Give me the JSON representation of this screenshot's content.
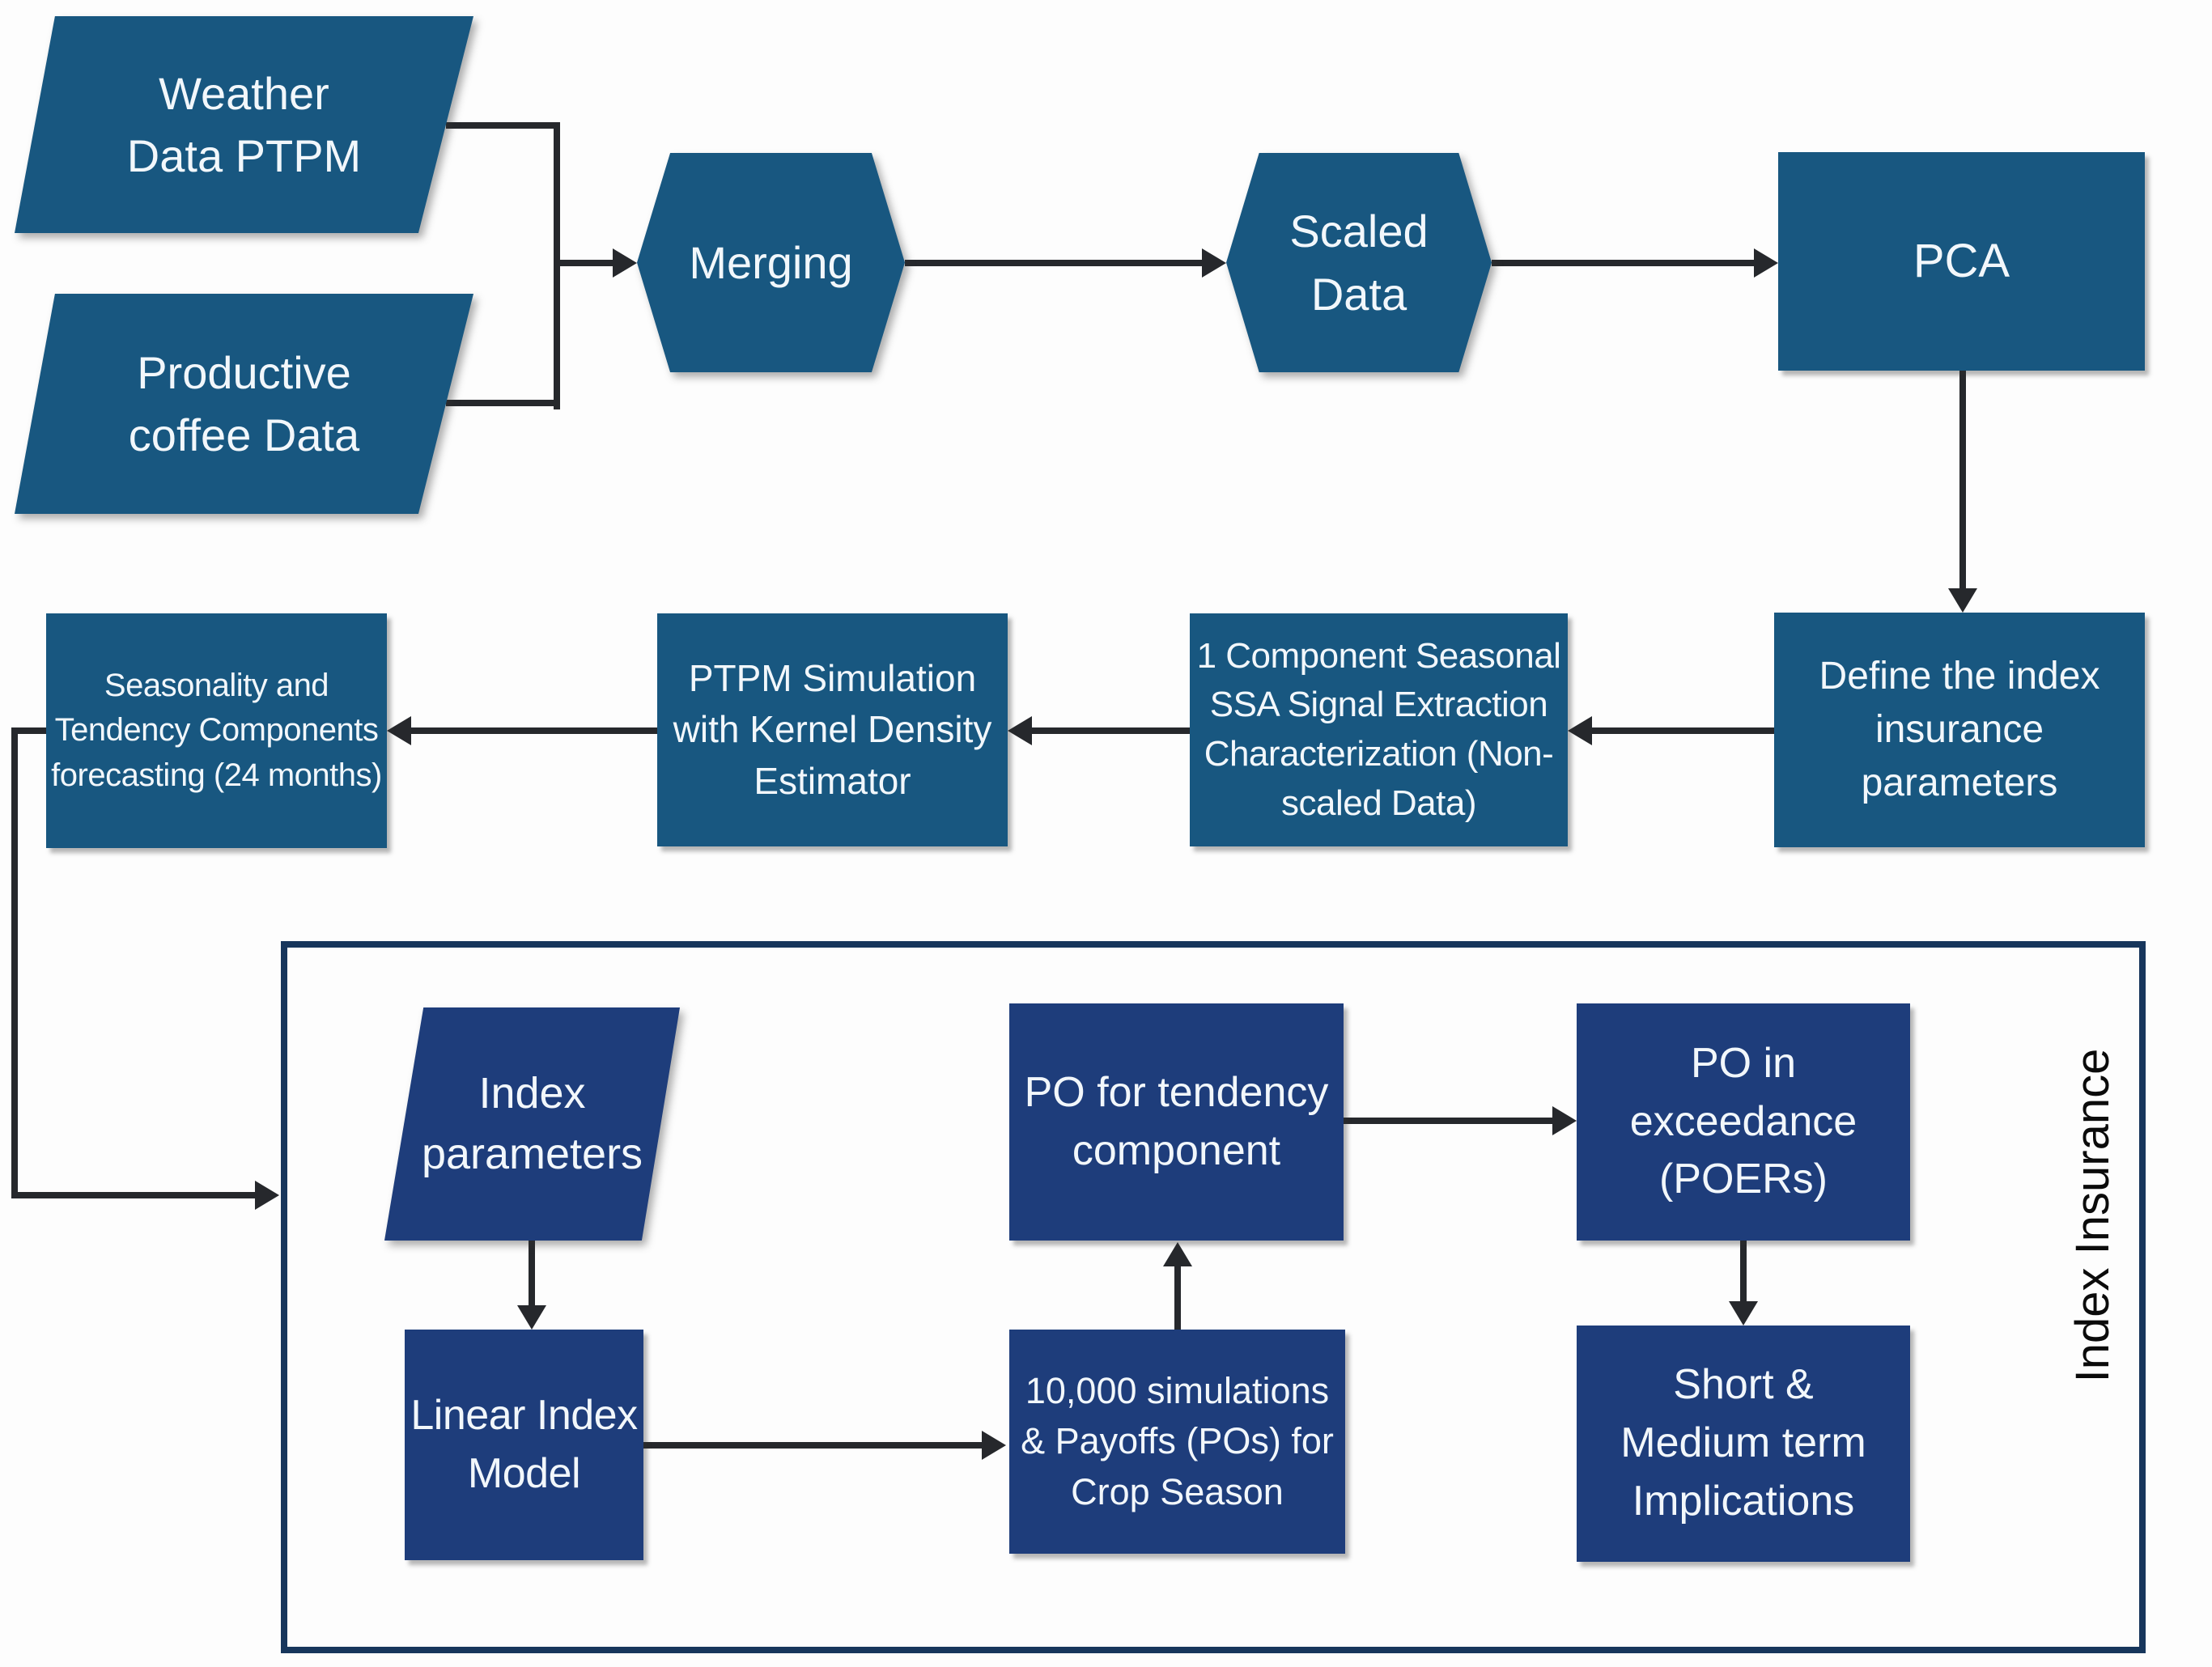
{
  "colors": {
    "top_shape": "#185780",
    "container_shape": "#1e3d7b",
    "container_border": "#17365c",
    "connector": "#26282c",
    "text_light": "#f2f7fb",
    "label_dark": "#0b0b0b",
    "background": "#fdfdfd"
  },
  "nodes": {
    "weather": {
      "label": "Weather\nData PTPM",
      "shape": "parallelogram"
    },
    "coffee": {
      "label": "Productive\ncoffee Data",
      "shape": "parallelogram"
    },
    "merging": {
      "label": "Merging",
      "shape": "hexagon"
    },
    "scaled": {
      "label": "Scaled\nData",
      "shape": "hexagon"
    },
    "pca": {
      "label": "PCA",
      "shape": "rectangle"
    },
    "define_params": {
      "label": "Define the index\ninsurance\nparameters",
      "shape": "rectangle"
    },
    "ssa": {
      "label": "1 Component Seasonal\nSSA Signal Extraction\nCharacterization (Non-\nscaled Data)",
      "shape": "rectangle"
    },
    "ptpm_sim": {
      "label": "PTPM Simulation\nwith Kernel Density\nEstimator",
      "shape": "rectangle"
    },
    "seasonality": {
      "label": "Seasonality and\nTendency Components\nforecasting (24 months)",
      "shape": "rectangle"
    },
    "index_params": {
      "label": "Index\nparameters",
      "shape": "parallelogram"
    },
    "linear_model": {
      "label": "Linear Index\nModel",
      "shape": "rectangle"
    },
    "simulations": {
      "label": "10,000 simulations\n& Payoffs (POs) for\nCrop Season",
      "shape": "rectangle"
    },
    "po_tendency": {
      "label": "PO for tendency\ncomponent",
      "shape": "rectangle"
    },
    "po_exceedance": {
      "label": "PO in\nexceedance\n(POERs)",
      "shape": "rectangle"
    },
    "implications": {
      "label": "Short &\nMedium term\nImplications",
      "shape": "rectangle"
    }
  },
  "container": {
    "label": "Index Insurance"
  }
}
